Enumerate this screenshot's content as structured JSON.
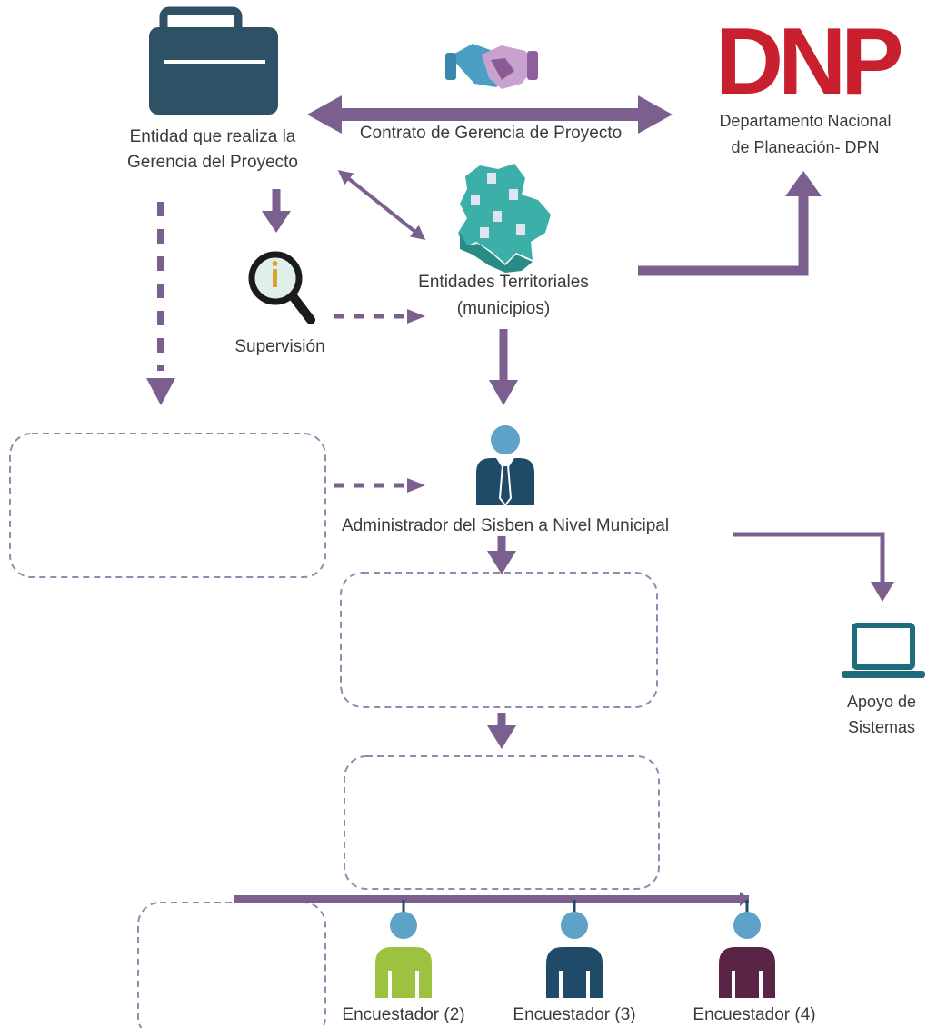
{
  "colors": {
    "purple": "#7b5f8f",
    "dark_teal": "#2e5166",
    "skyblue": "#5ea3c7",
    "dnp_red": "#c8202e",
    "box_border": "#8a8fb0",
    "lime": "#9cc23f",
    "navy": "#1f4a68",
    "plum": "#5a2446",
    "map_teal": "#3cb0a8"
  },
  "icons": {
    "briefcase": "briefcase-icon",
    "handshake": "handshake-icon",
    "logo": "dnp-logo",
    "map": "colombia-map-icon",
    "magnifier": "magnifier-icon",
    "admin": "businessman-icon",
    "computer": "laptop-icon",
    "person": "person-icon"
  },
  "nodes": {
    "dnp_logo_text": "DNP",
    "entidad_line1": "Entidad que realiza la",
    "entidad_line2": "Gerencia del Proyecto",
    "contrato": "Contrato de Gerencia de Proyecto",
    "dnp_line1": "Departamento Nacional",
    "dnp_line2": "de Planeación- DPN",
    "territoriales_line1": "Entidades Territoriales",
    "territoriales_line2": "(municipios)",
    "supervision": "Supervisión",
    "administrador": "Administrador del Sisben a Nivel Municipal",
    "apoyo_line1": "Apoyo de",
    "apoyo_line2": "Sistemas",
    "encuestador_2": "Encuestador (2)",
    "encuestador_3": "Encuestador (3)",
    "encuestador_4": "Encuestador (4)"
  }
}
